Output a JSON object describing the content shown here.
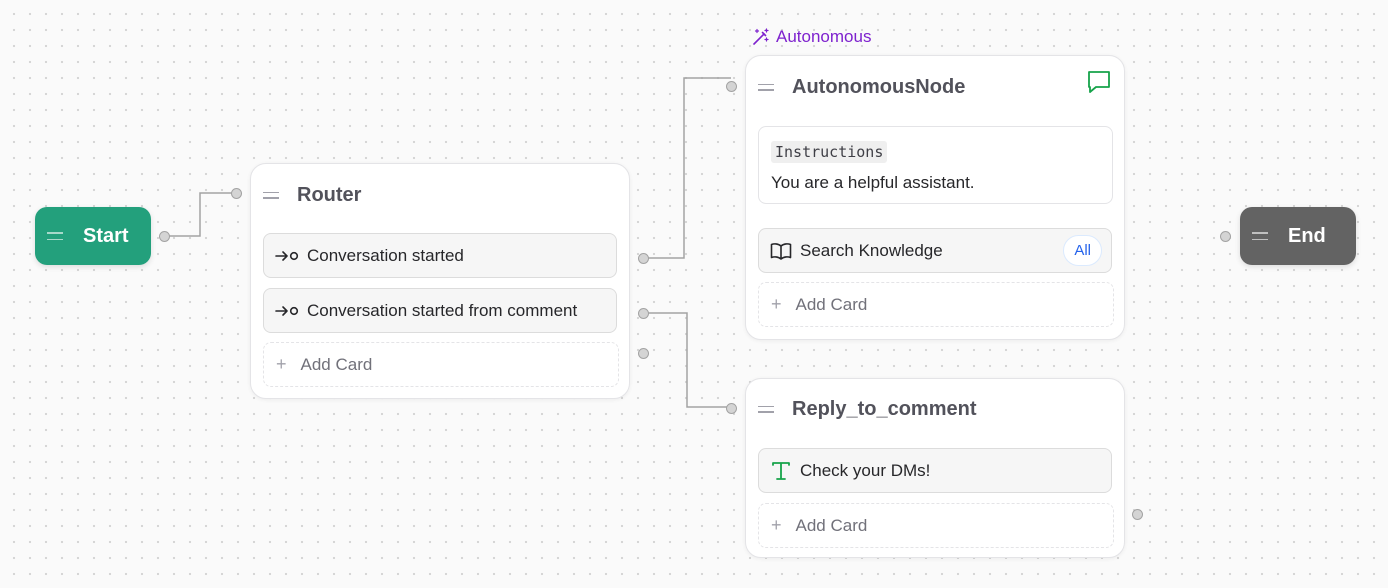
{
  "start": {
    "label": "Start"
  },
  "end": {
    "label": "End"
  },
  "router": {
    "title": "Router",
    "cards": [
      {
        "label": "Conversation started",
        "icon": "trigger-arrow-icon"
      },
      {
        "label": "Conversation started from comment",
        "icon": "trigger-arrow-icon"
      }
    ],
    "add_card": "Add Card"
  },
  "autonomous_node": {
    "badge": "Autonomous",
    "badge_icon": "magic-wand-icon",
    "title": "AutonomousNode",
    "header_icon": "chat-bubble-icon",
    "instructions_label": "Instructions",
    "instructions_text": "You are a helpful assistant.",
    "cards": [
      {
        "label": "Search Knowledge",
        "icon": "book-icon",
        "badge": "All"
      }
    ],
    "add_card": "Add Card"
  },
  "reply_node": {
    "title": "Reply_to_comment",
    "cards": [
      {
        "label": "Check your DMs!",
        "icon": "text-icon"
      }
    ],
    "add_card": "Add Card"
  },
  "colors": {
    "start": "#23a07c",
    "end": "#636363",
    "autonomous_accent": "#7e22ce",
    "chat_icon": "#16a34a",
    "text_icon": "#16a34a",
    "badge_all": "#2563eb"
  }
}
